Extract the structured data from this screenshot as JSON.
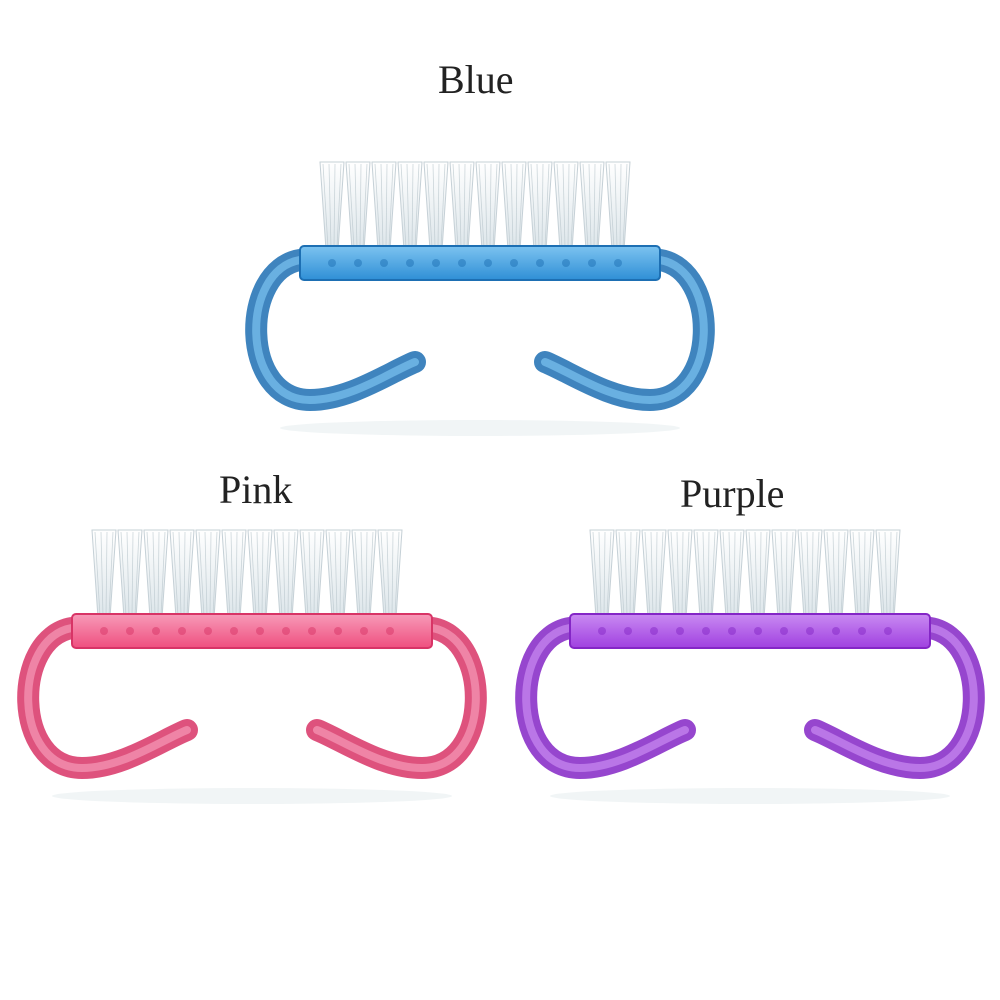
{
  "variants": [
    {
      "label": "Blue",
      "color": "#2f8fd6",
      "dark": "#1d6fb3",
      "light": "#7cc3f0"
    },
    {
      "label": "Pink",
      "color": "#ef4f7f",
      "dark": "#d83466",
      "light": "#f79ab8"
    },
    {
      "label": "Purple",
      "color": "#a040e0",
      "dark": "#8426c6",
      "light": "#c98af2"
    }
  ]
}
